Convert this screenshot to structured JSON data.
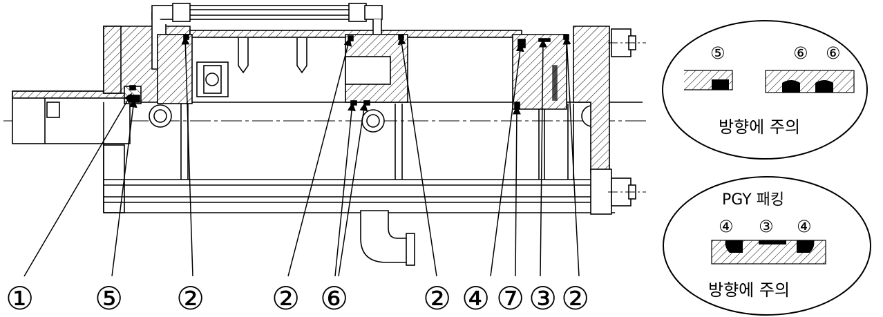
{
  "callouts": [
    "①",
    "⑤",
    "②",
    "②",
    "⑥",
    "②",
    "④",
    "⑦",
    "③",
    "②"
  ],
  "detail_top": {
    "labels": [
      "⑤",
      "⑥",
      "⑥"
    ],
    "caption": "방향에 주의"
  },
  "detail_bottom": {
    "title": "PGY 패킹",
    "labels": [
      "④",
      "③",
      "④"
    ],
    "caption": "방향에 주의"
  }
}
